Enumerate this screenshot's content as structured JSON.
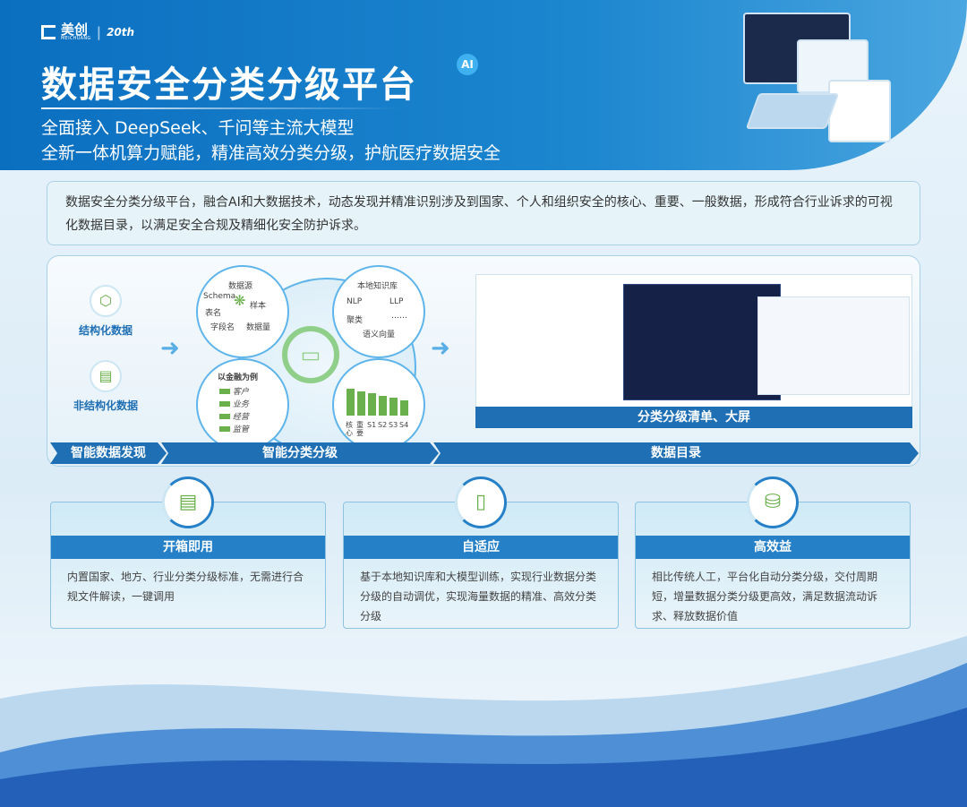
{
  "header": {
    "brand": "美创",
    "brand_en": "MEICHUANG",
    "anniversary": "20th",
    "title": "数据安全分类分级平台",
    "ai_badge": "AI",
    "subtitle1": "全面接入 DeepSeek、千问等主流大模型",
    "subtitle2": "全新一体机算力赋能，精准高效分类分级，护航医疗数据安全"
  },
  "intro": "数据安全分类分级平台，融合AI和大数据技术，动态发现并精准识别涉及到国家、个人和组织安全的核心、重要、一般数据，形成符合行业诉求的可视化数据目录，以满足安全合规及精细化安全防护诉求。",
  "flow": {
    "sources": [
      {
        "label": "结构化数据",
        "icon": "hexagon-cluster-icon"
      },
      {
        "label": "非结构化数据",
        "icon": "document-icon"
      }
    ],
    "circle_metadata": {
      "items": [
        "数据源",
        "Schema",
        "表名",
        "样本",
        "字段名",
        "数据量"
      ],
      "icon": "snowflake-network-icon"
    },
    "circle_knowledge": {
      "items": [
        "本地知识库",
        "NLP",
        "LLP",
        "聚类",
        "……",
        "语义向量"
      ]
    },
    "circle_finance": {
      "title": "以金融为例",
      "items": [
        "客户",
        "业务",
        "经营",
        "监管"
      ]
    },
    "circle_levels": {
      "labels": [
        "核心",
        "重要",
        "S1",
        "S2",
        "S3",
        "S4"
      ],
      "levels": [
        6,
        5.5,
        5,
        4.5,
        4,
        3.5
      ]
    },
    "center_icon": "wallet-icon",
    "screenshot_label": "分类分级清单、大屏",
    "stages": [
      "智能数据发现",
      "智能分类分级",
      "数据目录"
    ]
  },
  "features": [
    {
      "title": "开箱即用",
      "icon": "document-hand-icon",
      "text": "内置国家、地方、行业分类分级标准，无需进行合规文件解读，一键调用"
    },
    {
      "title": "自适应",
      "icon": "book-icon",
      "text": "基于本地知识库和大模型训练，实现行业数据分类分级的自动调优，实现海量数据的精准、高效分类分级"
    },
    {
      "title": "高效益",
      "icon": "database-upload-icon",
      "text": "相比传统人工，平台化自动分类分级，交付周期短，增量数据分类分级更高效，满足数据流动诉求、释放数据价值"
    }
  ],
  "colors": {
    "primary": "#1f6fb5",
    "accent_green": "#6ab04c",
    "header_blue": "#0b6fc0"
  }
}
